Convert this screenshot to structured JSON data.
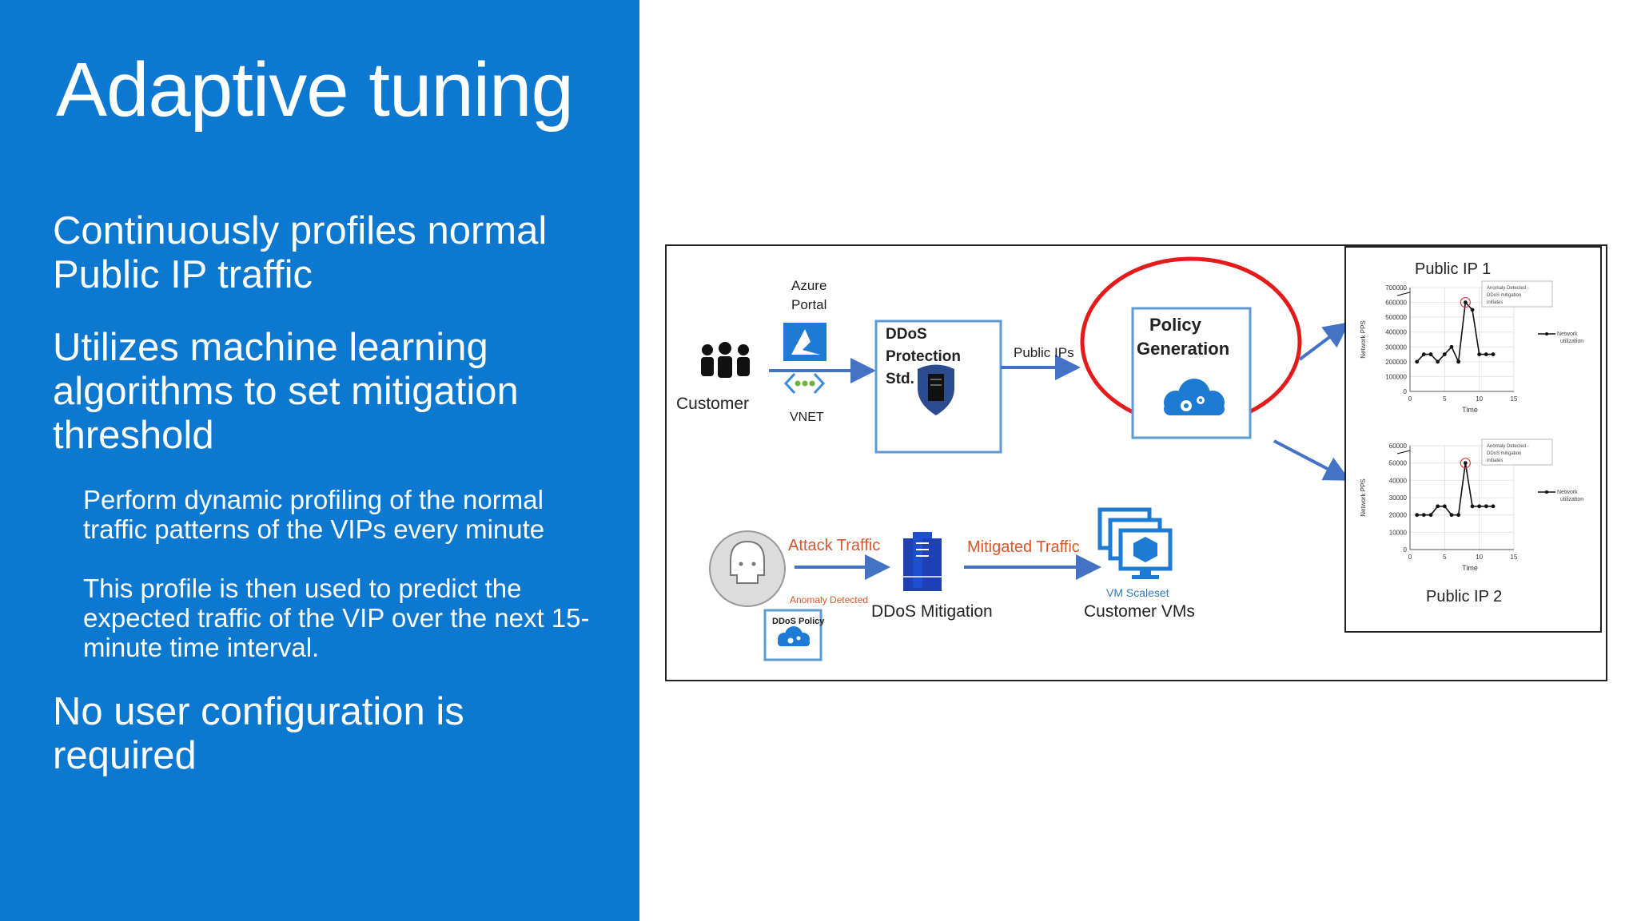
{
  "slide": {
    "title": "Adaptive tuning",
    "bullets": [
      {
        "text": "Continuously profiles normal Public IP traffic",
        "level": 1
      },
      {
        "text": "Utilizes machine learning algorithms to set mitigation threshold",
        "level": 1
      },
      {
        "text": "Perform dynamic profiling of the normal traffic patterns of the VIPs every minute",
        "level": 2
      },
      {
        "text": "This profile is then used to predict the expected traffic of the VIP over the next 15-minute time interval.",
        "level": 2
      },
      {
        "text": "No user configuration is required",
        "level": 1
      }
    ],
    "panel_color": "#0c78cf"
  },
  "diagram": {
    "customer": "Customer",
    "azure_portal_line1": "Azure",
    "azure_portal_line2": "Portal",
    "vnet": "VNET",
    "ddos_line1": "DDoS",
    "ddos_line2": "Protection",
    "ddos_line3": "Std.",
    "public_ips": "Public IPs",
    "policy_line1": "Policy",
    "policy_line2": "Generation",
    "attack_traffic": "Attack Traffic",
    "anomaly_detected": "Anomaly Detected",
    "ddos_policy": "DDoS Policy",
    "ddos_mitigation": "DDoS Mitigation",
    "mitigated_traffic": "Mitigated Traffic",
    "vm_scaleset": "VM Scaleset",
    "customer_vms": "Customer VMs",
    "colors": {
      "arrow": "#4472c4",
      "box": "#5b9bd5",
      "highlight": "#e31b1b",
      "orange": "#d9562b"
    },
    "icons": [
      "people-icon",
      "azure-logo-icon",
      "vnet-icon",
      "shield-server-icon",
      "cloud-gears-icon",
      "skull-icon",
      "server-rack-icon",
      "vm-scaleset-icon"
    ]
  },
  "chart_data": [
    {
      "type": "line",
      "title": "Public IP 1",
      "xlabel": "Time",
      "ylabel": "Network PPS",
      "x": [
        1,
        2,
        3,
        4,
        5,
        6,
        7,
        8,
        9,
        10,
        11,
        12
      ],
      "series": [
        {
          "name": "Network utilization",
          "values": [
            200000,
            250000,
            250000,
            200000,
            250000,
            300000,
            200000,
            600000,
            550000,
            250000,
            250000,
            250000
          ]
        }
      ],
      "xlim": [
        0,
        15
      ],
      "ylim": [
        0,
        700000
      ],
      "xticks": [
        "0",
        "5",
        "10",
        "15"
      ],
      "yticks": [
        "0",
        "100000",
        "200000",
        "300000",
        "400000",
        "500000",
        "600000",
        "700000"
      ],
      "annotation": "Anomaly Detected - DDoS mitigation initiates"
    },
    {
      "type": "line",
      "title": "Public IP 2",
      "xlabel": "Time",
      "ylabel": "Network PPS",
      "x": [
        1,
        2,
        3,
        4,
        5,
        6,
        7,
        8,
        9,
        10,
        11,
        12
      ],
      "series": [
        {
          "name": "Network utilization",
          "values": [
            20000,
            20000,
            20000,
            25000,
            25000,
            20000,
            20000,
            50000,
            25000,
            25000,
            25000,
            25000
          ]
        }
      ],
      "xlim": [
        0,
        15
      ],
      "ylim": [
        0,
        60000
      ],
      "xticks": [
        "0",
        "5",
        "10",
        "15"
      ],
      "yticks": [
        "0",
        "10000",
        "20000",
        "30000",
        "40000",
        "50000",
        "60000"
      ],
      "annotation": "Anomaly Detected - DDoS mitigation initiates"
    }
  ]
}
